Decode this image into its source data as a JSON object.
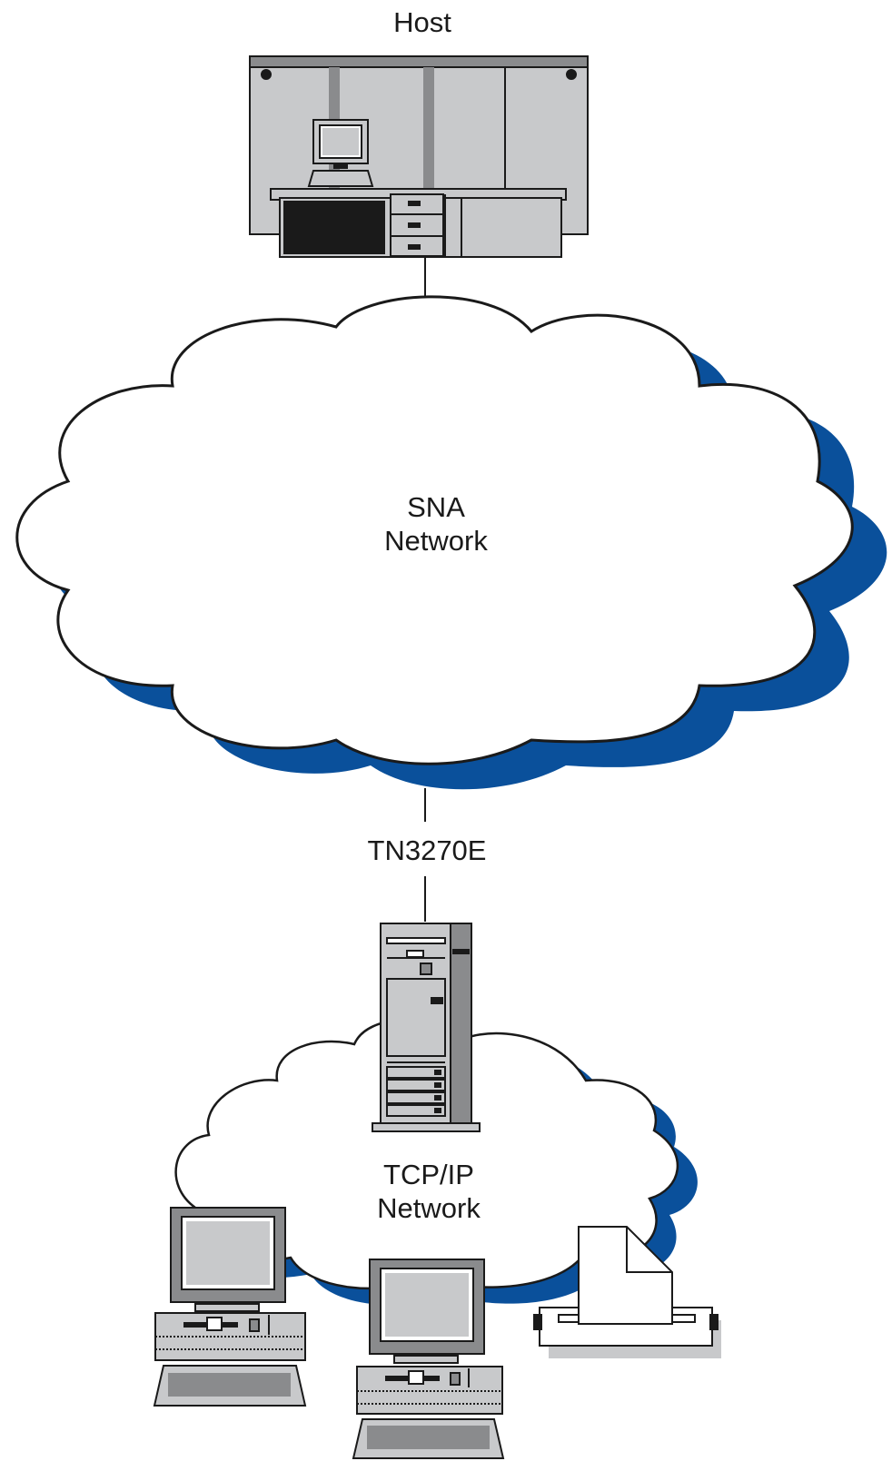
{
  "labels": {
    "host": "Host",
    "sna_line1": "SNA",
    "sna_line2": "Network",
    "gateway_protocol": "TN3270E",
    "tcpip_line1": "TCP/IP",
    "tcpip_line2": "Network"
  },
  "colors": {
    "cloud_shadow": "#0a509b",
    "cloud_fill": "#ffffff",
    "outline": "#1a1a1a",
    "device_gray": "#c8c9cb",
    "device_dark": "#8a8b8d"
  },
  "icons": {
    "host": "mainframe-icon",
    "gateway": "tower-server-icon",
    "client_1": "desktop-pc-icon",
    "client_2": "desktop-pc-icon",
    "printer": "printer-icon"
  }
}
